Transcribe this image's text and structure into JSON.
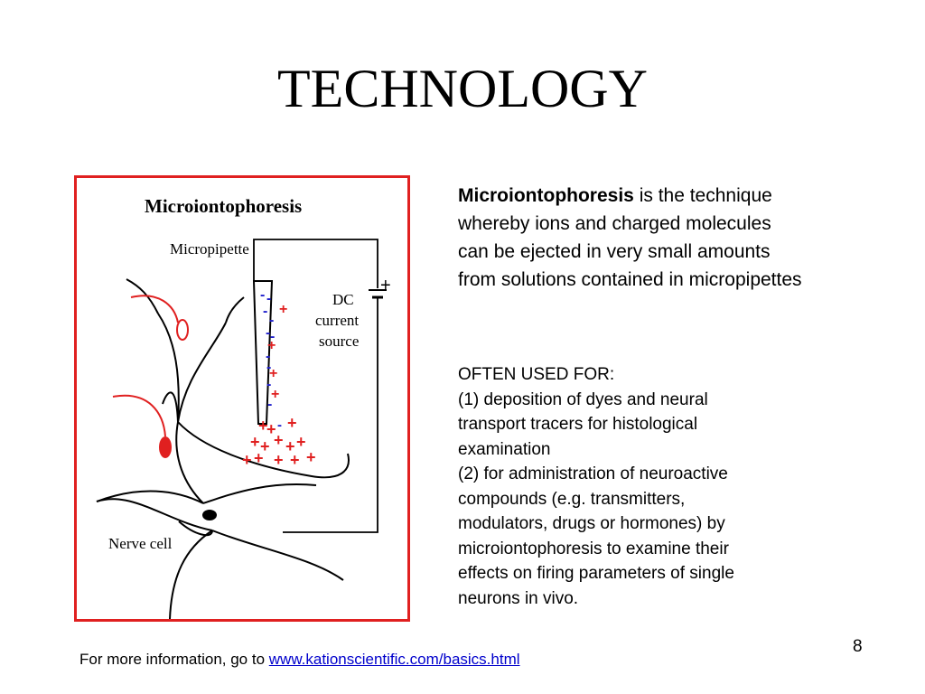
{
  "slide": {
    "title": "TECHNOLOGY",
    "page_number": "8"
  },
  "figure": {
    "heading": "Microiontophoresis",
    "label_micropipette": "Micropipette",
    "label_dc": "DC",
    "label_current": "current",
    "label_source": "source",
    "label_nerve_cell": "Nerve cell",
    "battery_plus": "+",
    "ion_plus": "+",
    "ion_minus": "-",
    "colors": {
      "frame": "#e02020",
      "cation": "#e02020",
      "anion": "#2020cc",
      "line": "#000000"
    }
  },
  "intro": {
    "term": "Microiontophoresis",
    "lines": [
      " is the technique",
      "whereby ions and charged molecules",
      "can be ejected in very small amounts",
      "from solutions contained in micropipettes"
    ]
  },
  "uses": {
    "heading": "OFTEN USED FOR:",
    "lines": [
      "(1) deposition of dyes and neural",
      "transport tracers for histological",
      "examination",
      "(2) for administration of neuroactive",
      "compounds (e.g. transmitters,",
      "modulators, drugs or hormones) by",
      "microiontophoresis to examine their",
      "effects on firing parameters of single",
      "neurons in vivo."
    ]
  },
  "footer": {
    "prefix": "For more information, go to ",
    "link_text": "www.kationscientific.com/basics.html"
  }
}
